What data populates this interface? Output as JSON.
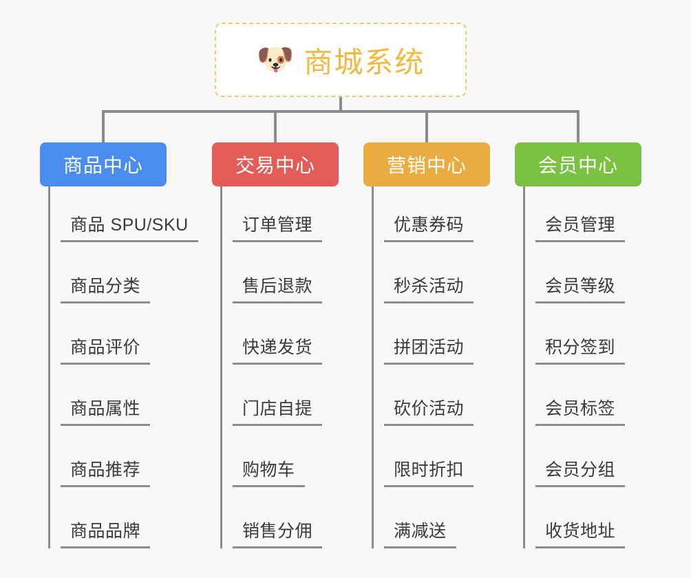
{
  "page": {
    "background_color": "#f8f8f9",
    "type": "mindmap"
  },
  "root": {
    "title": "商城系统",
    "icon": "dog-face-emoji",
    "icon_glyph": "🐶",
    "border_color": "#eec97a",
    "text_color": "#f0b93f",
    "background_color": "#ffffff"
  },
  "connector": {
    "color": "#8c8c8c"
  },
  "branches": [
    {
      "label": "商品中心",
      "color": "#4a8cf0",
      "leaves": [
        "商品 SPU/SKU",
        "商品分类",
        "商品评价",
        "商品属性",
        "商品推荐",
        "商品品牌"
      ]
    },
    {
      "label": "交易中心",
      "color": "#e45c58",
      "leaves": [
        "订单管理",
        "售后退款",
        "快递发货",
        "门店自提",
        "购物车",
        "销售分佣"
      ]
    },
    {
      "label": "营销中心",
      "color": "#eaac41",
      "leaves": [
        "优惠券码",
        "秒杀活动",
        "拼团活动",
        "砍价活动",
        "限时折扣",
        "满减送"
      ]
    },
    {
      "label": "会员中心",
      "color": "#7cc242",
      "leaves": [
        "会员管理",
        "会员等级",
        "积分签到",
        "会员标签",
        "会员分组",
        "收货地址"
      ]
    }
  ]
}
